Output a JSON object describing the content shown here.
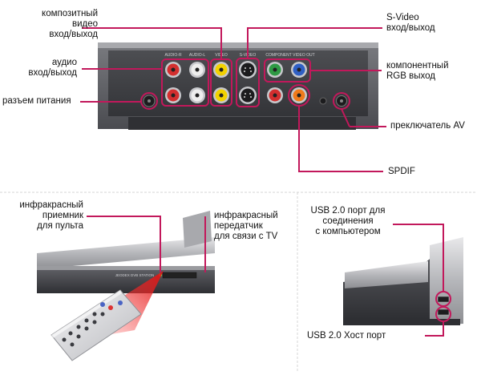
{
  "labels": {
    "composite": "композитный\nвидео\nвход/выход",
    "audio": "аудио\nвход/выход",
    "power": "разъем питания",
    "svideo": "S-Video\nвход/выход",
    "component": "компонентный\nRGB выход",
    "av_switch": "преключатель AV",
    "spdif": "SPDIF",
    "ir_receiver": "инфракрасный\nприемник\nдля пульта",
    "ir_transmitter": "инфракрасный\nпередатчик\nдля связи с TV",
    "usb_device": "USB 2.0 порт для\nсоединения\nс компьютером",
    "usb_host": "USB 2.0 Хост порт"
  },
  "panel_text": {
    "audio_r": "AUDIO-R",
    "audio_l": "AUDIO-L",
    "video": "VIDEO",
    "svideo": "S-VIDEO",
    "component": "COMPONENT VIDEO OUT"
  },
  "device_text": "JEODEX DVB STATION",
  "colors": {
    "accent": "#c2185b",
    "red_jack": "#d32f2f",
    "white_jack": "#eeeeee",
    "yellow_jack": "#f2d200",
    "green_jack": "#2e9a44",
    "blue_jack": "#2f5fc4",
    "orange_jack": "#f07a1a"
  }
}
